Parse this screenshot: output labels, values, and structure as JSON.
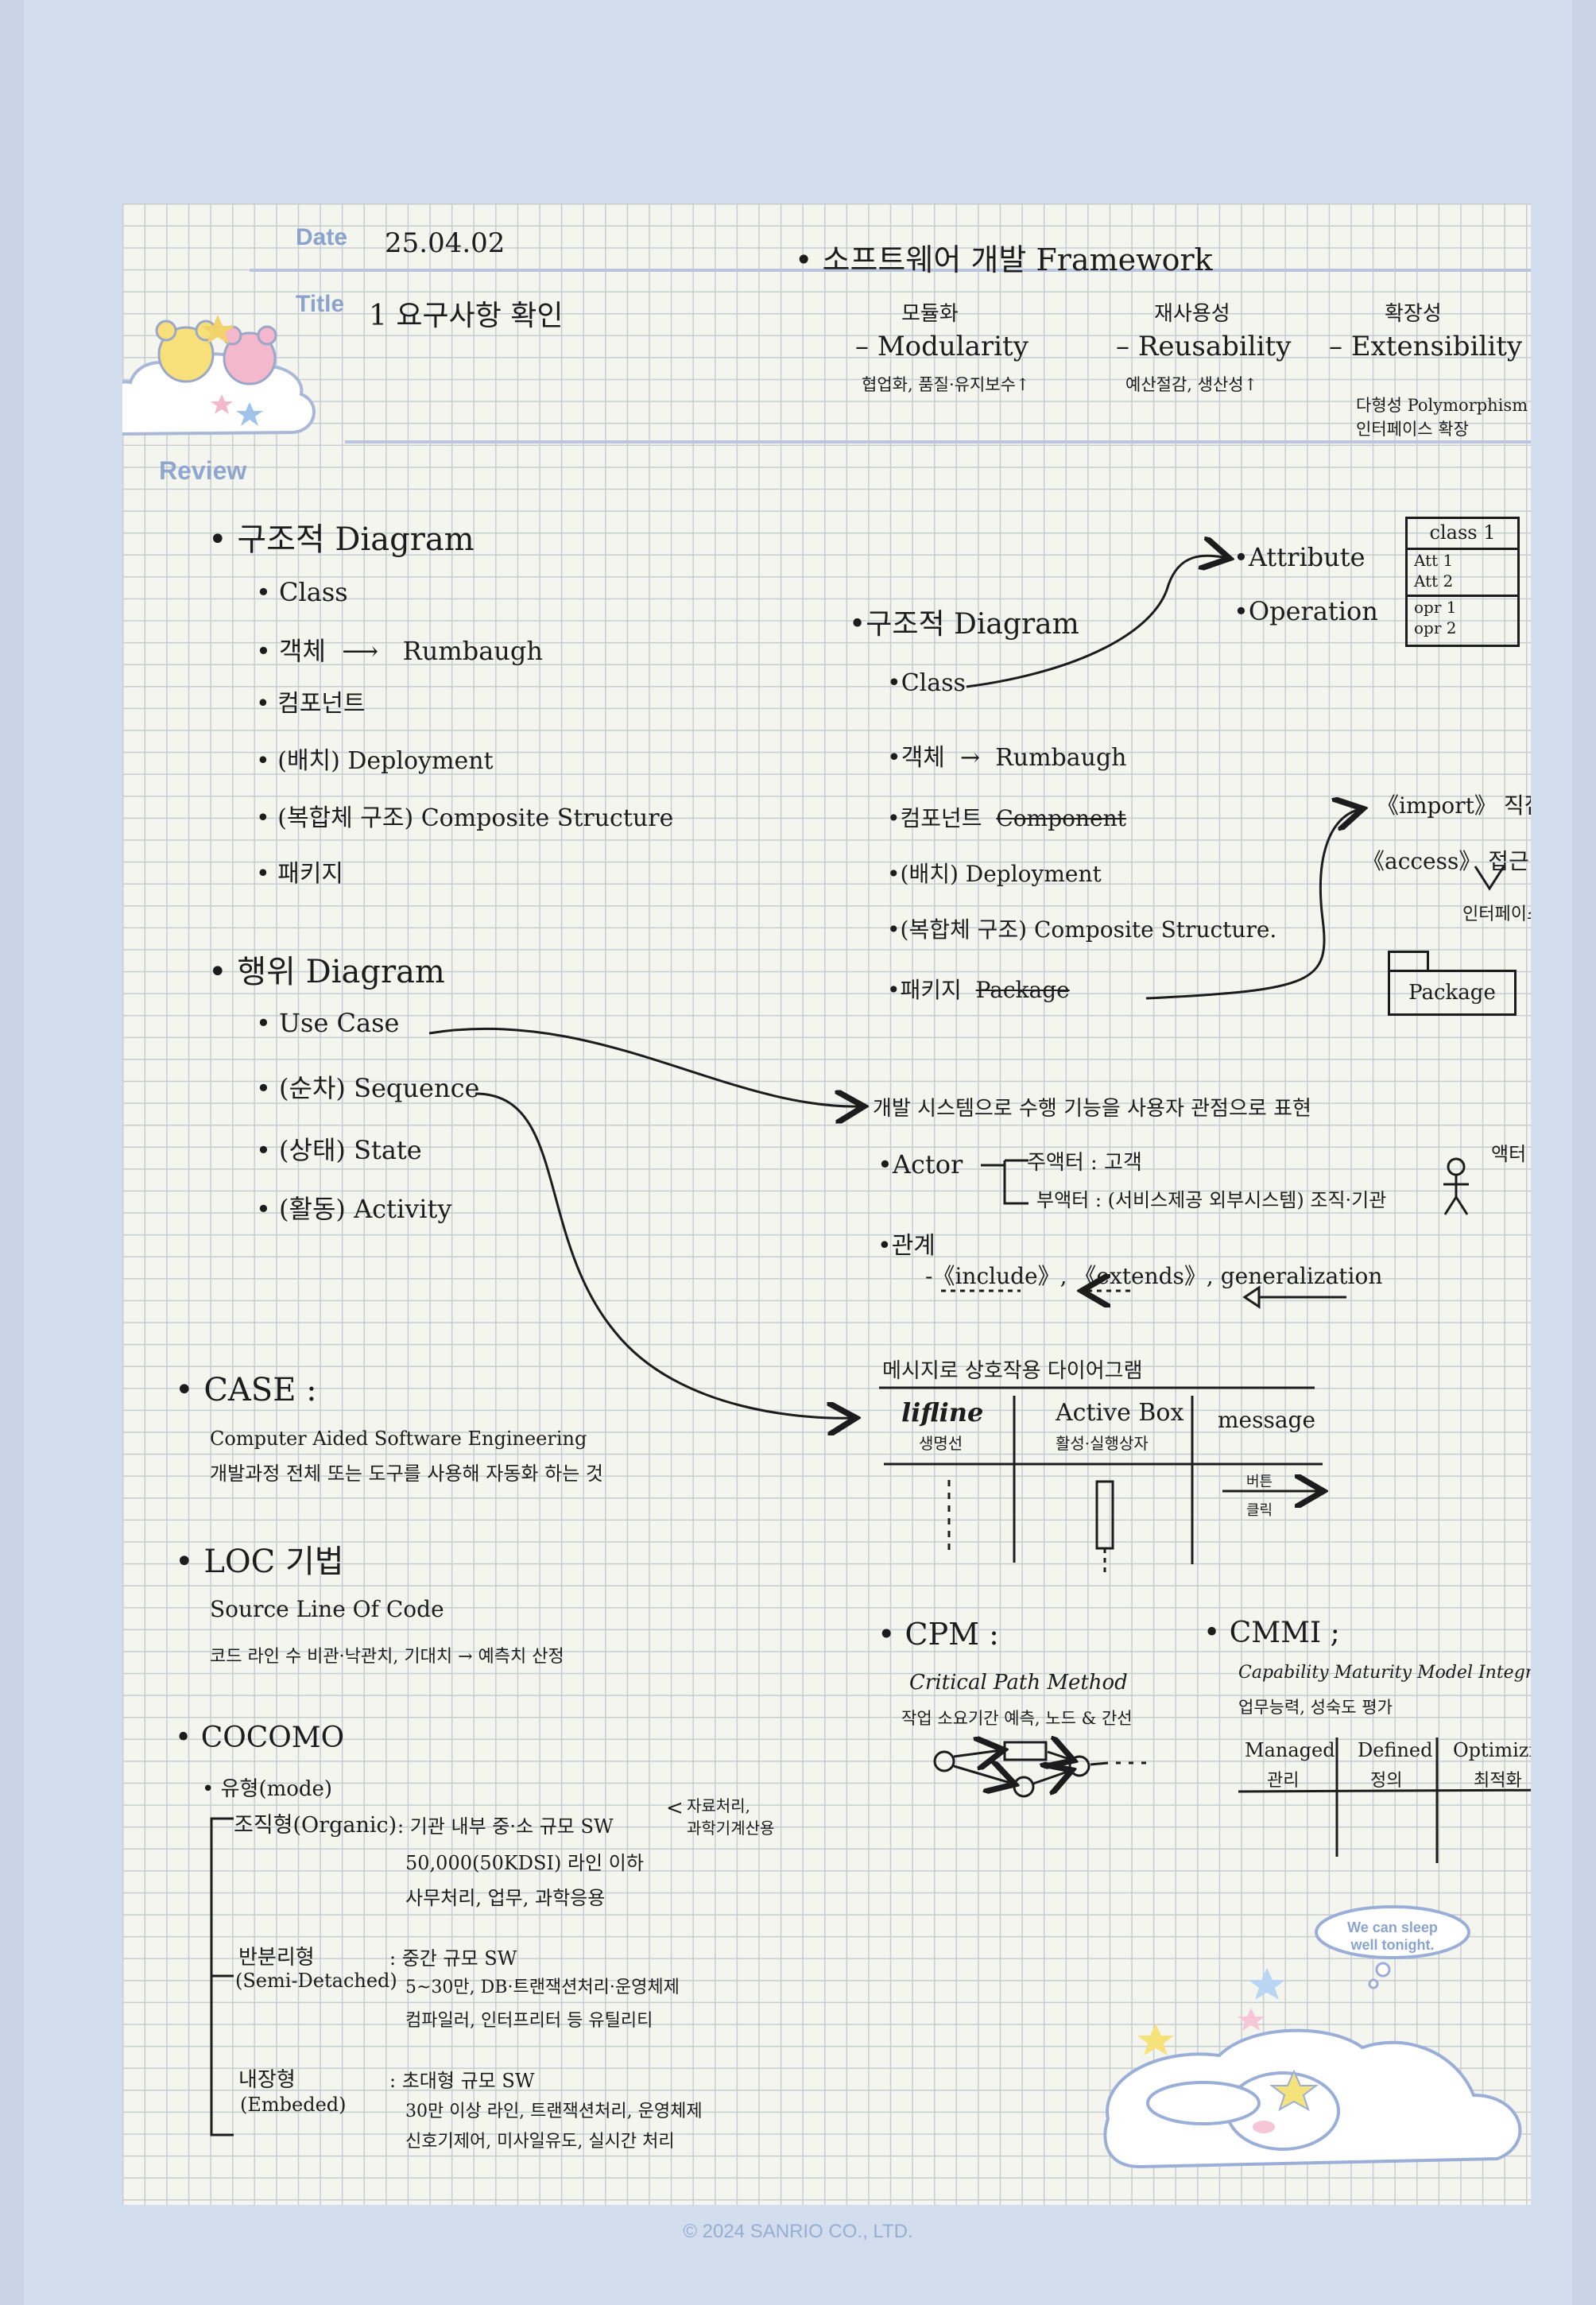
{
  "header": {
    "date_label": "Date",
    "date_value": "25.04.02",
    "title_label": "Title",
    "title_value": "1 요구사항 확인",
    "review_label": "Review"
  },
  "framework": {
    "heading": "소프트웨어 개발 Framework",
    "items": [
      {
        "ko": "모듈화",
        "en": "Modularity",
        "note": "협업화, 품질·유지보수↑"
      },
      {
        "ko": "재사용성",
        "en": "Reusability",
        "note": "예산절감, 생산성↑"
      },
      {
        "ko": "확장성",
        "en": "Extensibility",
        "note1": "다형성 Polymorphism",
        "note2": "인터페이스 확장"
      }
    ]
  },
  "left": {
    "structural": {
      "heading": "구조적 Diagram",
      "items": [
        "Class",
        "객체",
        "컴포넌트",
        "(배치) Deployment",
        "(복합체 구조) Composite Structure",
        "패키지"
      ],
      "rumbaugh": "Rumbaugh"
    },
    "behavior": {
      "heading": "행위 Diagram",
      "items": [
        "Use Case",
        "(순차) Sequence",
        "(상태) State",
        "(활동) Activity"
      ]
    },
    "case": {
      "heading": "CASE :",
      "line1": "Computer Aided Software Engineering",
      "line2": "개발과정 전체 또는 도구를 사용해 자동화 하는 것"
    },
    "loc": {
      "heading": "LOC 기법",
      "line1": "Source Line Of Code",
      "line2": "코드 라인 수 비관·낙관치, 기대치 → 예측치 산정"
    },
    "cocomo": {
      "heading": "COCOMO",
      "type_label": "유형(mode)",
      "organic": {
        "label": "조직형(Organic)",
        "line1": ": 기관 내부 중·소 규모 SW",
        "side1": "자료처리,",
        "side2": "과학기계산용",
        "line2": "50,000(50KDSI) 라인 이하",
        "line3": "사무처리, 업무, 과학응용"
      },
      "semi": {
        "label1": "반분리형",
        "label2": "(Semi-Detached)",
        "line1": ": 중간 규모 SW",
        "line2": "5~30만, DB·트랜잭션처리·운영체제",
        "line3": "컴파일러, 인터프리터 등 유틸리티"
      },
      "embedded": {
        "label1": "내장형",
        "label2": "(Embeded)",
        "line1": ": 초대형 규모 SW",
        "line2": "30만 이상 라인, 트랜잭션처리, 운영체제",
        "line3": "신호기제어, 미사일유도, 실시간 처리"
      }
    }
  },
  "right": {
    "structural": {
      "heading": "구조적 Diagram",
      "items": [
        "Class",
        "객체",
        "컴포넌트",
        "(배치) Deployment",
        "(복합체 구조) Composite Structure.",
        "패키지"
      ],
      "rumbaugh": "Rumbaugh",
      "struck_component": "Component",
      "struck_package": "Package",
      "attribute": "Attribute",
      "operation": "Operation",
      "class_box": {
        "name": "class 1",
        "attrs": [
          "Att 1",
          "Att 2"
        ],
        "ops": [
          "opr 1",
          "opr 2"
        ]
      },
      "import_text": "《import》 직접",
      "access_text": "《access》 접근",
      "interface_text": "인터페이스로",
      "package_label": "Package"
    },
    "usecase": {
      "desc": "개발 시스템으로 수행 기능을 사용자 관점으로 표현",
      "actor": "Actor",
      "main_actor": "주액터 : 고객",
      "sub_actor": "부액터 : (서비스제공 외부시스템) 조직·기관",
      "actor_icon_label": "액터",
      "relation": "관계",
      "rel_items": "-《include》, 《extends》, generalization"
    },
    "sequence": {
      "desc": "메시지로 상호작용 다이어그램",
      "cols": [
        {
          "en": "lifline",
          "ko": "생명선"
        },
        {
          "en": "Active Box",
          "ko": "활성·실행상자"
        },
        {
          "en": "message",
          "ko": ""
        }
      ],
      "msg_label1": "버튼",
      "msg_label2": "클릭"
    },
    "cpm": {
      "heading": "CPM :",
      "line1": "Critical Path Method",
      "line2": "작업 소요기간 예측, 노드 & 간선"
    },
    "cmmi": {
      "heading": "CMMI ;",
      "line1": "Capability Maturity Model Integration",
      "line2": "업무능력, 성숙도 평가",
      "cols": [
        {
          "en": "Managed",
          "ko": "관리"
        },
        {
          "en": "Defined",
          "ko": "정의"
        },
        {
          "en": "Optimizing",
          "ko": "최적화"
        }
      ]
    }
  },
  "sticker": {
    "bubble1": "We can sleep",
    "bubble2": "well tonight."
  },
  "footer": {
    "copyright": "© 2024 SANRIO CO., LTD."
  }
}
